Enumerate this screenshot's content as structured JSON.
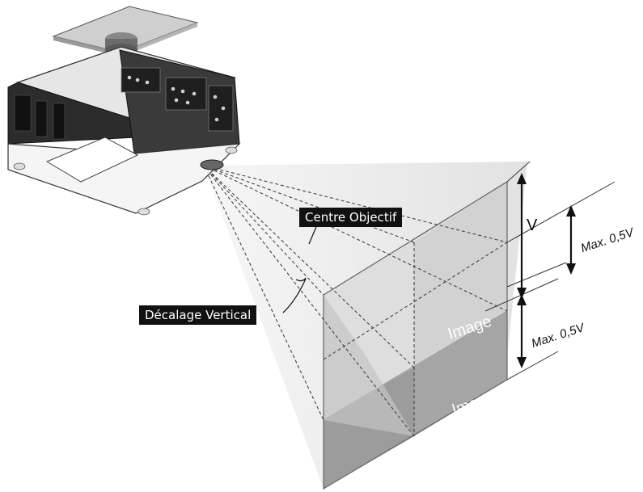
{
  "labels": {
    "centre_objectif": "Centre Objectif",
    "decalage_vertical": "Décalage Vertical",
    "v": "V",
    "max_top": "Max. 0,5V",
    "max_bottom": "Max. 0,5V",
    "image_upper": "Image",
    "image_lower": "Image"
  },
  "colors": {
    "beam": "#e9e9e9",
    "screen_light": "#e0e0e0",
    "screen_mid": "#c8c8c8",
    "screen_dark": "#a9a9a9",
    "label_bg": "#111111",
    "projector_body": "#f4f4f4",
    "projector_dark": "#2a2a2a"
  }
}
